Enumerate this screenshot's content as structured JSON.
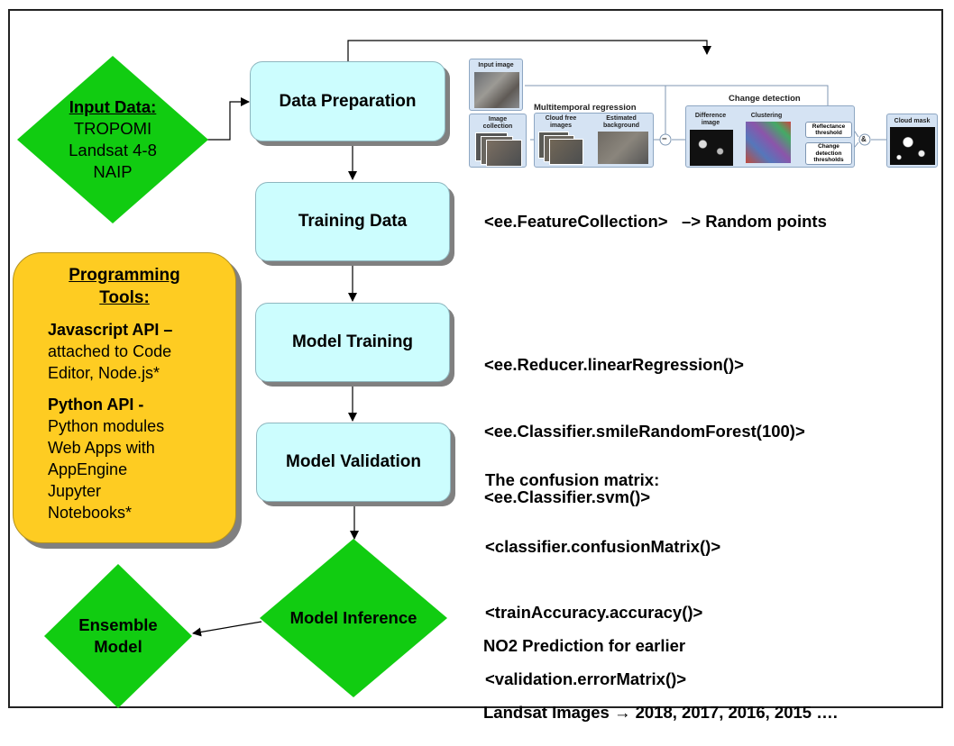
{
  "input_data": {
    "title": "Input Data:",
    "items": [
      "TROPOMI",
      "Landsat 4-8",
      "NAIP"
    ]
  },
  "steps": {
    "data_preparation": "Data Preparation",
    "training_data": "Training Data",
    "model_training": "Model Training",
    "model_validation": "Model Validation",
    "model_inference": "Model Inference",
    "ensemble_model": [
      "Ensemble",
      "Model"
    ]
  },
  "tools": {
    "title": [
      "Programming",
      "Tools:"
    ],
    "js_api_name": "Javascript API",
    "js_api_dash": " –",
    "js_api_desc": [
      "attached to Code",
      "Editor, Node.js*"
    ],
    "py_api_name": "Python API",
    "py_api_dash": " -",
    "py_api_desc": [
      "Python modules",
      "Web Apps with",
      "AppEngine",
      "Jupyter",
      "Notebooks*"
    ]
  },
  "code": {
    "training": "<ee.FeatureCollection>   –> Random points",
    "model_training": [
      "<ee.Reducer.linearRegression()>",
      "<ee.Classifier.smileRandomForest(100)>",
      "<ee.Classifier.svm()>"
    ],
    "validation": [
      "The confusion matrix:",
      "<classifier.confusionMatrix()>",
      "<trainAccuracy.accuracy()>",
      "<validation.errorMatrix()>"
    ],
    "inference": [
      "NO2 Prediction for earlier",
      "Landsat Images → 2018, 2017, 2016, 2015 …."
    ]
  },
  "figure": {
    "input_image": "Input image",
    "image_collection": [
      "Image",
      "collection"
    ],
    "multitemporal": "Multitemporal regression",
    "cloud_free": [
      "Cloud free",
      "images"
    ],
    "estimated_background": [
      "Estimated",
      "background"
    ],
    "change_detection": "Change detection",
    "difference_image": [
      "Difference",
      "image"
    ],
    "clustering": "Clustering",
    "reflectance_threshold": [
      "Reflectance",
      "threshold"
    ],
    "change_thresholds": [
      "Change",
      "detection",
      "thresholds"
    ],
    "cloud_mask": "Cloud mask",
    "minus_symbol": "−",
    "and_symbol": "&"
  },
  "colors": {
    "process_box": "#ccfdfe",
    "decision": "#11cc11",
    "tools_box": "#fecc22",
    "shadow": "#808080"
  }
}
